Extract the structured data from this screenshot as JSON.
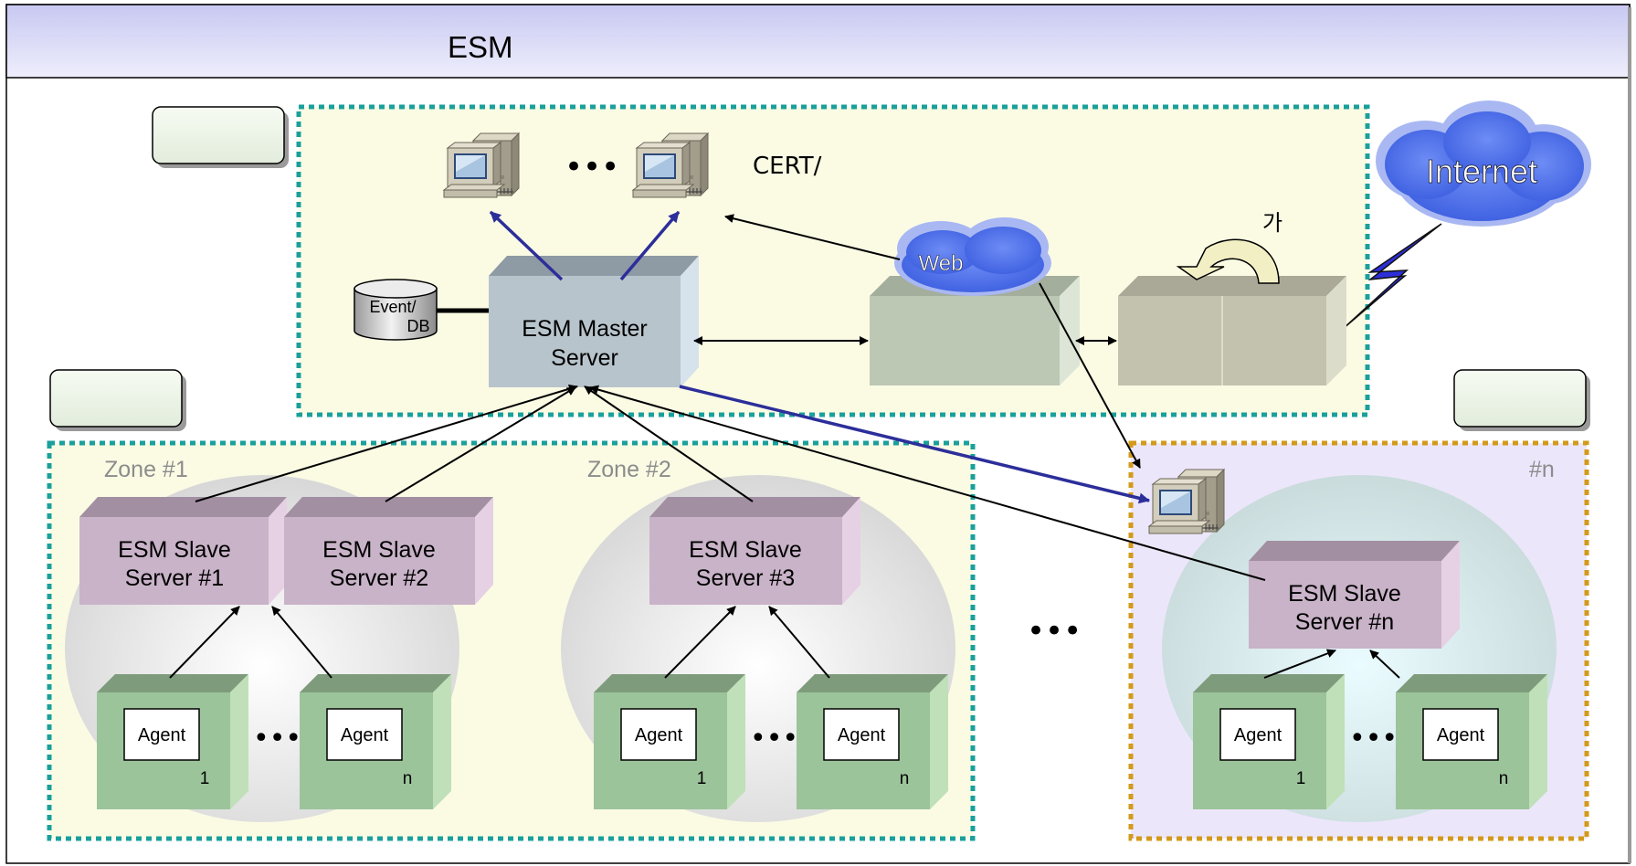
{
  "header": {
    "title": "ESM"
  },
  "master": {
    "server_line1": "ESM Master",
    "server_line2": "Server",
    "db_line1": "Event/",
    "db_line2": "DB",
    "cert_label": "CERT/",
    "web_label": "Web",
    "swap_label": "가",
    "internet_label": "Internet",
    "dots": "•••"
  },
  "zones": [
    {
      "label": "Zone #1",
      "servers": [
        {
          "line1": "ESM Slave",
          "line2": "Server #1"
        },
        {
          "line1": "ESM Slave",
          "line2": "Server #2"
        }
      ],
      "agents": [
        {
          "label": "Agent",
          "index": "1"
        },
        {
          "label": "Agent",
          "index": "n"
        }
      ]
    },
    {
      "label": "Zone #2",
      "servers": [
        {
          "line1": "ESM Slave",
          "line2": "Server #3"
        }
      ],
      "agents": [
        {
          "label": "Agent",
          "index": "1"
        },
        {
          "label": "Agent",
          "index": "n"
        }
      ]
    },
    {
      "label": "#n",
      "servers": [
        {
          "line1": "ESM Slave",
          "line2": "Server #n"
        }
      ],
      "agents": [
        {
          "label": "Agent",
          "index": "1"
        },
        {
          "label": "Agent",
          "index": "n"
        }
      ]
    }
  ],
  "zone_gap_dots": "•••",
  "colors": {
    "header_bg": "#e4e4fb",
    "master_zone_border": "#1aa09b",
    "slave_zone_border": "#1aa09b",
    "remote_zone_border": "#d39a1a",
    "server_master": "#b8c4cc",
    "server_slave": "#c9b3c8",
    "agent": "#9cc49a",
    "network_box": "#bcc8b4",
    "cloud": "#4f74e8"
  }
}
